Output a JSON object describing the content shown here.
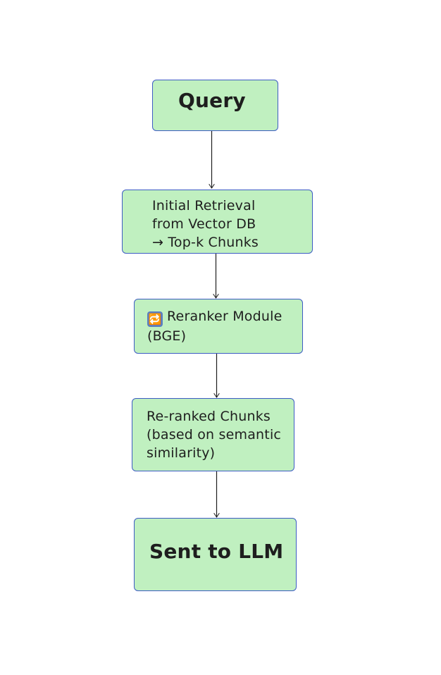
{
  "diagram": {
    "colors": {
      "node_fill": "#c0f0c0",
      "node_border": "#3d5cc4",
      "text": "#1e1e1e",
      "edge": "#1e1e1e",
      "background": "#ffffff"
    },
    "nodes": [
      {
        "id": "query",
        "text": "Query"
      },
      {
        "id": "initial-retrieval",
        "text": "Initial Retrieval\nfrom Vector DB\n→ Top-k Chunks"
      },
      {
        "id": "reranker",
        "icon": "repeat-icon",
        "icon_glyph": "🔁",
        "text": "Reranker Module\n(BGE)"
      },
      {
        "id": "reranked",
        "text": "Re-ranked Chunks\n(based on semantic\nsimilarity)"
      },
      {
        "id": "llm",
        "text": "Sent to LLM"
      }
    ],
    "edges": [
      {
        "from": "query",
        "to": "initial-retrieval"
      },
      {
        "from": "initial-retrieval",
        "to": "reranker"
      },
      {
        "from": "reranker",
        "to": "reranked"
      },
      {
        "from": "reranked",
        "to": "llm"
      }
    ]
  }
}
